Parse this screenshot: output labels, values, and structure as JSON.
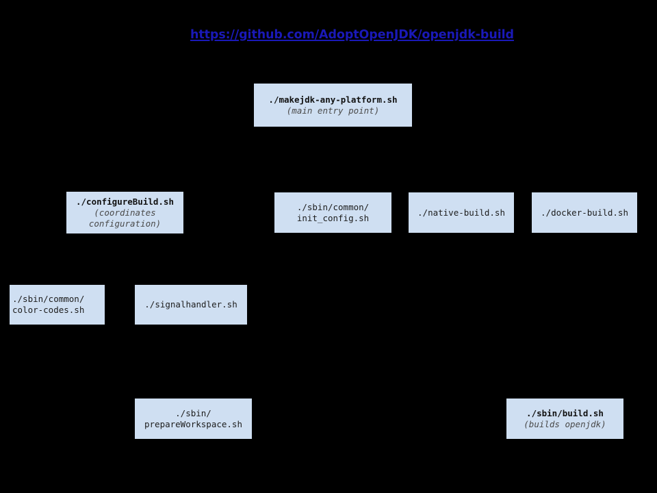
{
  "page": {
    "background_color": "#000000",
    "box_fill_color": "#cfdff2",
    "link_color": "#1a19b8",
    "text_color": "#1c1c1c",
    "subtitle_color": "#4a4a4a"
  },
  "title": {
    "label": "https://github.com/AdoptOpenJDK/openjdk-build"
  },
  "nodes": [
    {
      "id": "makejdk-any-platform",
      "lines": [
        {
          "text": "./makejdk-any-platform.sh",
          "style": "bold"
        },
        {
          "text": "(main entry point)",
          "style": "italic"
        }
      ]
    },
    {
      "id": "configure-build",
      "lines": [
        {
          "text": "./configureBuild.sh",
          "style": "bold"
        },
        {
          "text": "(coordinates",
          "style": "italic"
        },
        {
          "text": "configuration)",
          "style": "italic"
        }
      ]
    },
    {
      "id": "init-config",
      "lines": [
        {
          "text": "./sbin/common/",
          "style": "normal"
        },
        {
          "text": "init_config.sh",
          "style": "normal"
        }
      ]
    },
    {
      "id": "native-build",
      "lines": [
        {
          "text": "./native-build.sh",
          "style": "normal"
        }
      ]
    },
    {
      "id": "docker-build",
      "lines": [
        {
          "text": "./docker-build.sh",
          "style": "normal"
        }
      ]
    },
    {
      "id": "color-codes",
      "lines": [
        {
          "text": "./sbin/common/",
          "style": "normal"
        },
        {
          "text": "color-codes.sh",
          "style": "normal"
        }
      ]
    },
    {
      "id": "signalhandler",
      "lines": [
        {
          "text": "./signalhandler.sh",
          "style": "normal"
        }
      ]
    },
    {
      "id": "prepare-workspace",
      "lines": [
        {
          "text": "./sbin/",
          "style": "normal"
        },
        {
          "text": "prepareWorkspace.sh",
          "style": "normal"
        }
      ]
    },
    {
      "id": "sbin-build",
      "lines": [
        {
          "text": "./sbin/build.sh",
          "style": "bold"
        },
        {
          "text": "(builds openjdk)",
          "style": "italic"
        }
      ]
    }
  ]
}
